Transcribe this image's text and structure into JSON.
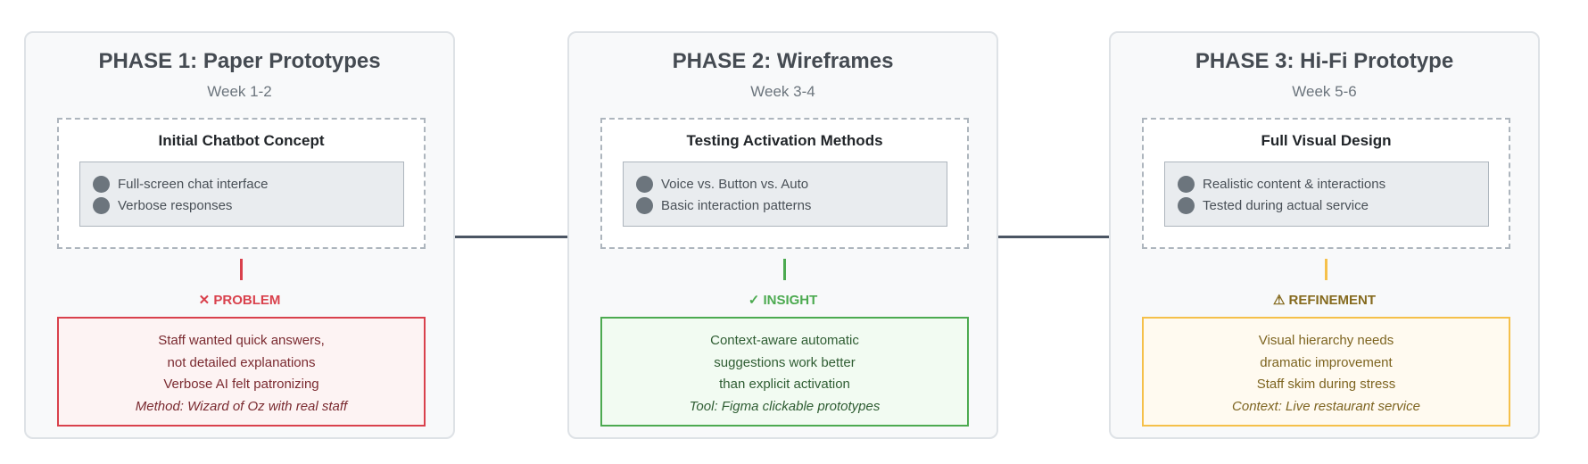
{
  "phases": [
    {
      "title": "PHASE 1: Paper Prototypes",
      "week": "Week 1-2",
      "concept_title": "Initial Chatbot Concept",
      "bullets": [
        "Full-screen chat interface",
        "Verbose responses"
      ],
      "outcome_icon": "x-icon",
      "outcome_label": "✕ PROBLEM",
      "outcome_lines": [
        "Staff wanted quick answers,",
        "not detailed explanations",
        "Verbose AI felt patronizing"
      ],
      "outcome_note": "Method: Wizard of Oz with real staff",
      "colors": {
        "accent": "#d9414c",
        "text": "#7a2a30",
        "bg": "#fdf3f3"
      }
    },
    {
      "title": "PHASE 2: Wireframes",
      "week": "Week 3-4",
      "concept_title": "Testing Activation Methods",
      "bullets": [
        "Voice vs. Button vs. Auto",
        "Basic interaction patterns"
      ],
      "outcome_icon": "check-icon",
      "outcome_label": "✓ INSIGHT",
      "outcome_lines": [
        "Context-aware automatic",
        "suggestions work better",
        "than explicit activation"
      ],
      "outcome_note": "Tool: Figma clickable prototypes",
      "colors": {
        "accent": "#4caa50",
        "text": "#2f5d33",
        "bg": "#f2fbf2"
      }
    },
    {
      "title": "PHASE 3: Hi-Fi Prototype",
      "week": "Week 5-6",
      "concept_title": "Full Visual Design",
      "bullets": [
        "Realistic content & interactions",
        "Tested during actual service"
      ],
      "outcome_icon": "warning-icon",
      "outcome_label": "⚠ REFINEMENT",
      "outcome_lines": [
        "Visual hierarchy needs",
        "dramatic improvement",
        "Staff skim during stress"
      ],
      "outcome_note": "Context: Live restaurant service",
      "colors": {
        "accent": "#f5c04a",
        "text": "#7d6420",
        "label": "#856a1e",
        "bg": "#fffaf0"
      }
    }
  ]
}
